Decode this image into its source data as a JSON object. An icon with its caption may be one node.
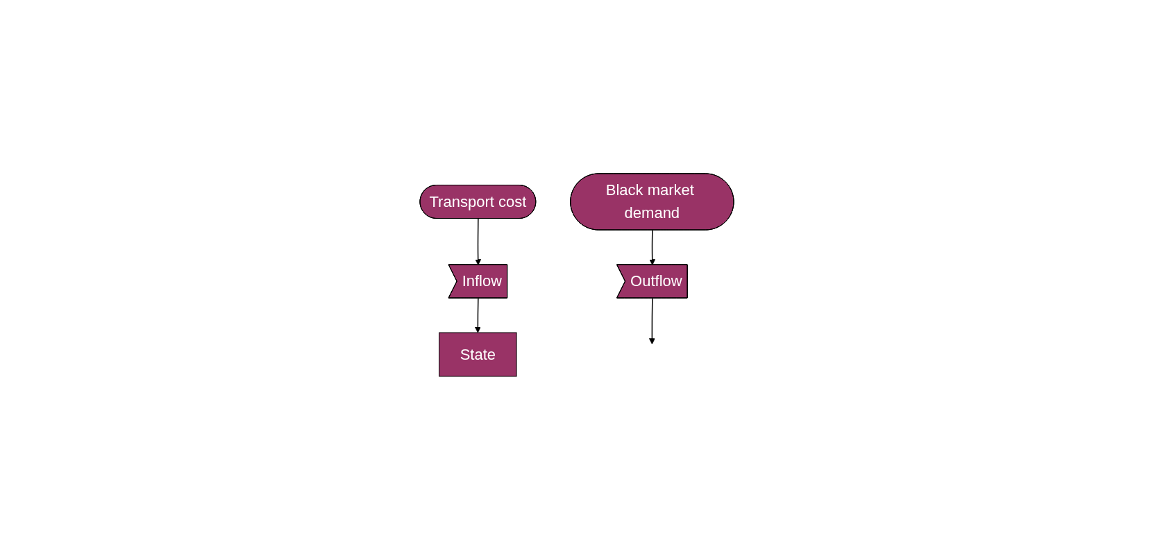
{
  "diagram": {
    "nodes": [
      {
        "text": [
          "Inflow"
        ]
      },
      {
        "text": [
          "Transport cost"
        ]
      },
      {
        "text": [
          "State"
        ]
      },
      {
        "text": [
          "Black market demand"
        ]
      },
      {
        "text": [
          "Outflow"
        ]
      }
    ],
    "edges": [
      {
        "from": 0,
        "to": 2,
        "arrow": "to"
      },
      {
        "from": 1,
        "to": 0,
        "arrow": "to"
      },
      {
        "from": 3,
        "to": 4,
        "arrow": "to"
      },
      {
        "from": 4,
        "to": null,
        "arrow": "to"
      }
    ]
  }
}
